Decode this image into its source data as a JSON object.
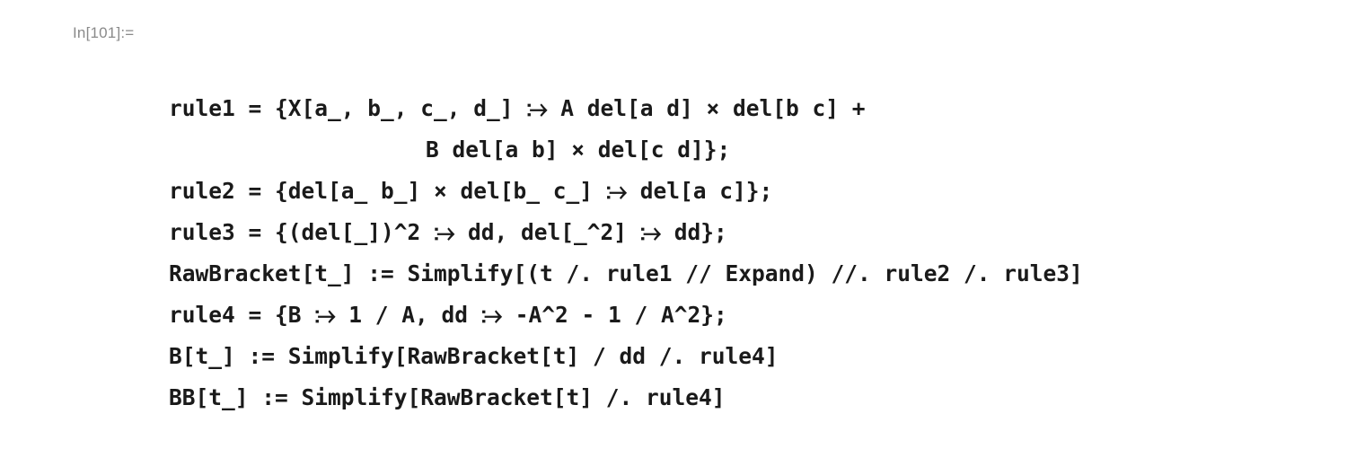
{
  "cell": {
    "label": "In[101]:=",
    "lines": [
      "rule1 = {X[a_, b_, c_, d_] ⧴ A del[a d] × del[b c] +",
      "B del[a b] × del[c d]};",
      "rule2 = {del[a_ b_] × del[b_ c_] ⧴ del[a c]};",
      "rule3 = {(del[_])^2 ⧴ dd, del[_^2] ⧴ dd};",
      "RawBracket[t_] := Simplify[(t /. rule1 // Expand) //. rule2 /. rule3]",
      "rule4 = {B ⧴ 1 / A, dd ⧴ -A^2 - 1 / A^2};",
      "B[t_] := Simplify[RawBracket[t] / dd /. rule4]",
      "BB[t_] := Simplify[RawBracket[t] /. rule4]"
    ]
  }
}
